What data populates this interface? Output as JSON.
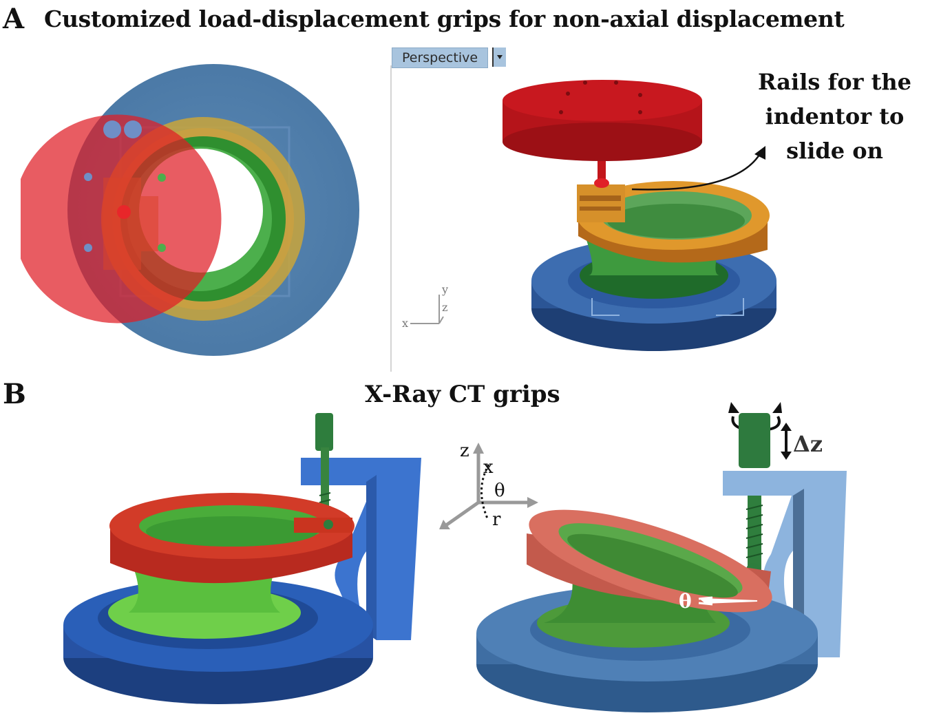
{
  "panel_a": {
    "letter": "A",
    "title": "Customized load-displacement grips for non-axial displacement",
    "viewport_label": "Perspective",
    "viewport_axes": {
      "x": "x",
      "y": "y",
      "z": "z"
    },
    "callout": {
      "line1": "Rails for the",
      "line2": "indentor to",
      "line3": "slide on"
    }
  },
  "panel_b": {
    "letter": "B",
    "title": "X-Ray CT grips",
    "axes": {
      "z": "z",
      "x": "x",
      "theta": "θ",
      "r": "r"
    },
    "delta_z": "Δz",
    "tilt_label": "θ"
  },
  "colors": {
    "blue_base": "#4c7ba8",
    "red_indentor": "#d4242a",
    "orange_rail": "#d98c1c",
    "green_sample": "#3aa83a",
    "clamp_blue": "#3f78d0",
    "clamp_light_blue": "#8db4de"
  }
}
